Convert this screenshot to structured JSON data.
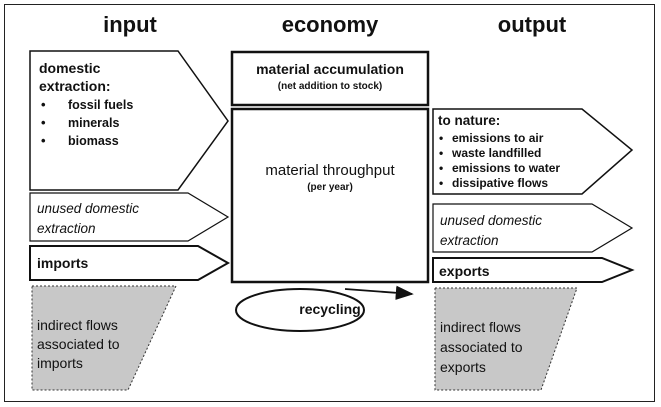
{
  "headers": {
    "input": "input",
    "economy": "economy",
    "output": "output"
  },
  "input": {
    "domestic_extraction": {
      "title_line1": "domestic",
      "title_line2": "extraction:",
      "items": [
        "fossil fuels",
        "minerals",
        "biomass"
      ]
    },
    "unused_line1": "unused domestic",
    "unused_line2": "extraction",
    "imports": "imports",
    "indirect_line1": "indirect flows",
    "indirect_line2": "associated to",
    "indirect_line3": "imports"
  },
  "economy": {
    "accumulation_title": "material accumulation",
    "accumulation_sub": "(net addition to stock)",
    "throughput_title": "material throughput",
    "throughput_sub": "(per year)",
    "recycling": "recycling"
  },
  "output": {
    "to_nature_title": "to nature:",
    "items": [
      "emissions to air",
      "waste landfilled",
      "emissions to water",
      "dissipative flows"
    ],
    "unused_line1": "unused domestic",
    "unused_line2": "extraction",
    "exports": "exports",
    "indirect_line1": "indirect flows",
    "indirect_line2": "associated to",
    "indirect_line3": "exports"
  },
  "colors": {
    "shaded": "#c8c8c8",
    "line": "#111111"
  }
}
